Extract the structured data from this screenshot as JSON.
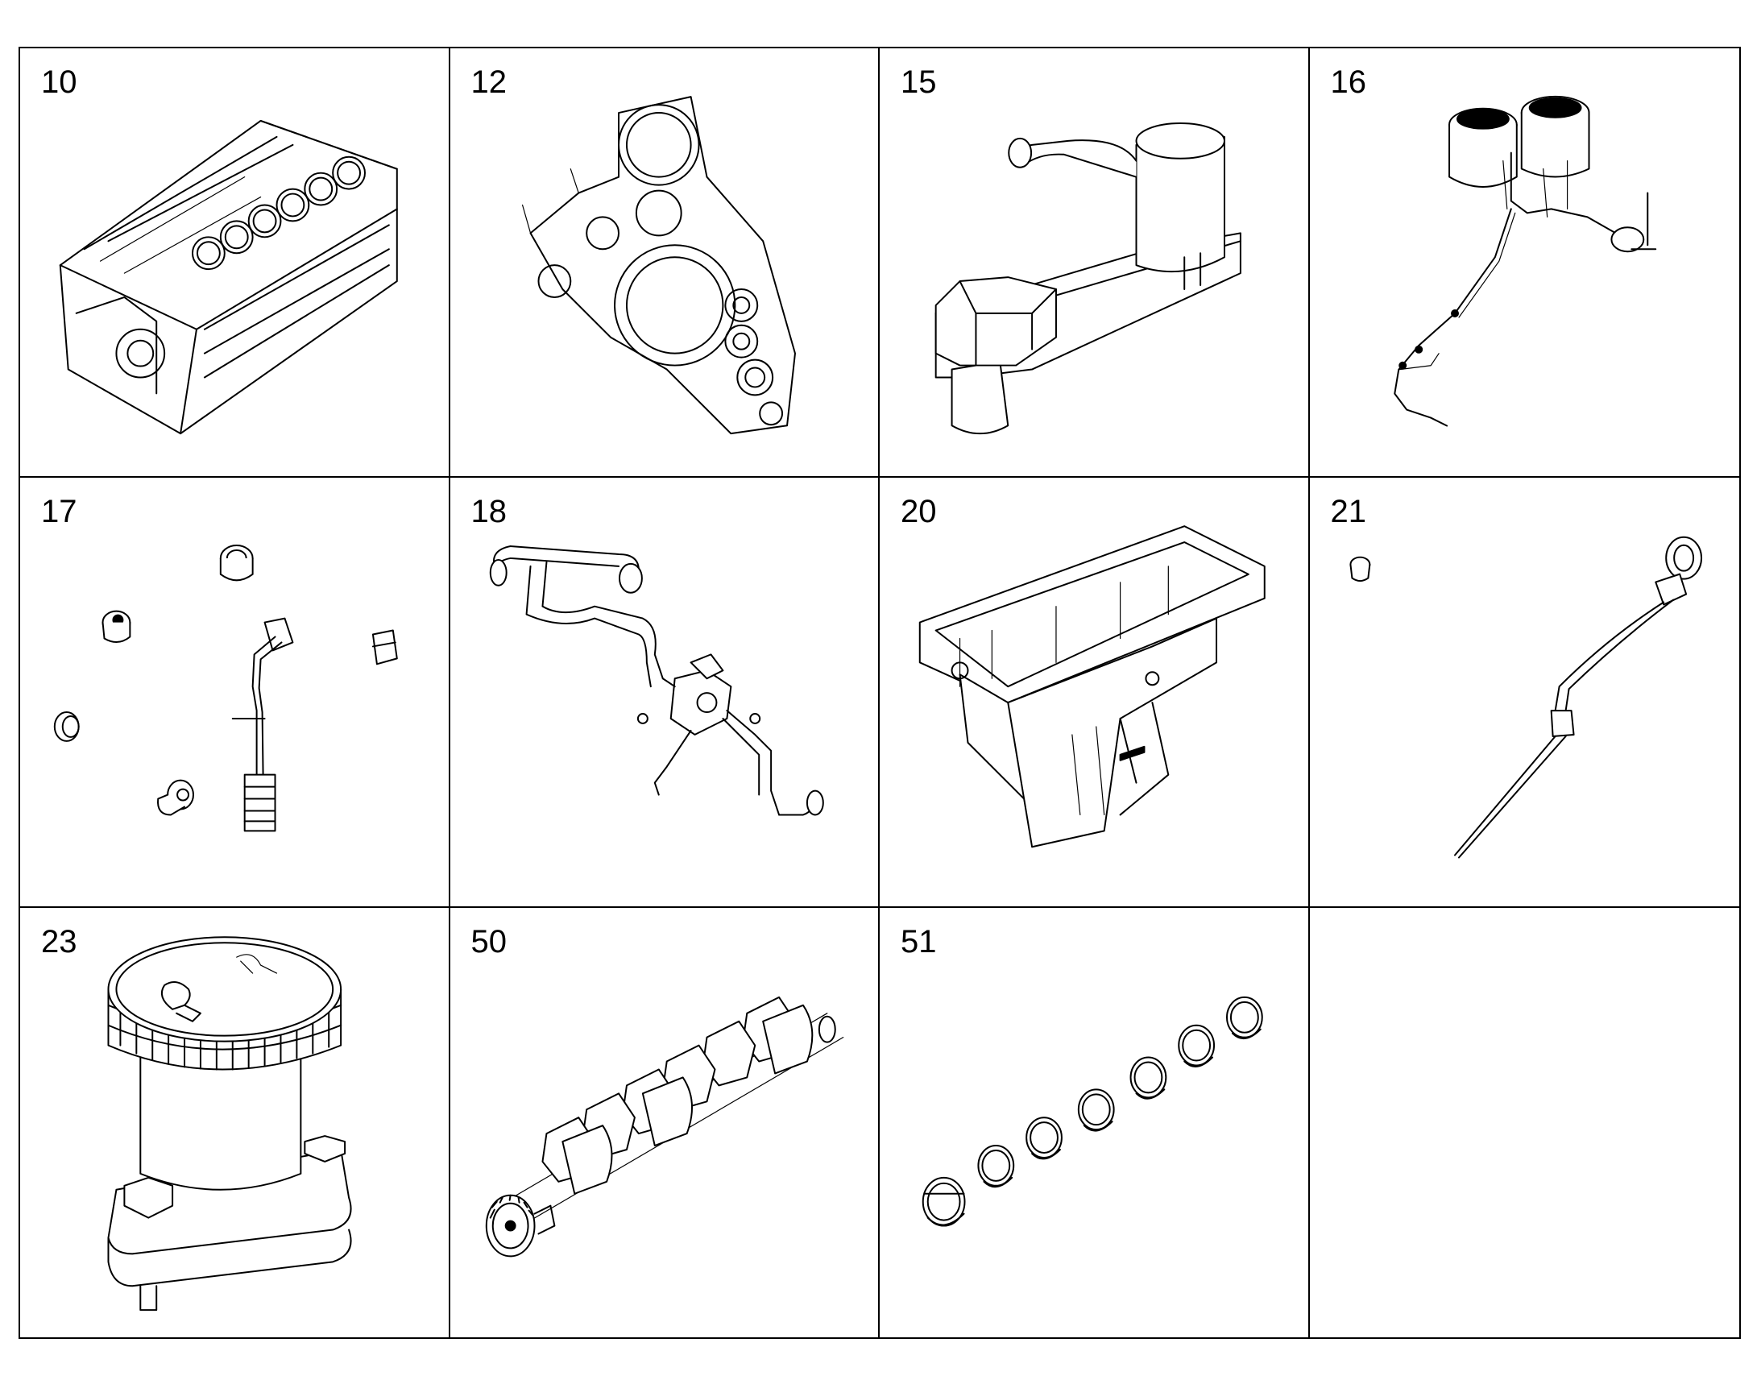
{
  "parts": [
    {
      "number": "10",
      "icon": "engine-block-icon"
    },
    {
      "number": "12",
      "icon": "timing-case-icon"
    },
    {
      "number": "15",
      "icon": "oil-filter-head-icon"
    },
    {
      "number": "16",
      "icon": "sensor-harness-icon"
    },
    {
      "number": "17",
      "icon": "plugs-and-fittings-icon"
    },
    {
      "number": "18",
      "icon": "oil-pipe-assembly-icon"
    },
    {
      "number": "20",
      "icon": "oil-pan-icon"
    },
    {
      "number": "21",
      "icon": "dipstick-icon"
    },
    {
      "number": "23",
      "icon": "oil-filler-cap-icon"
    },
    {
      "number": "50",
      "icon": "crankshaft-icon"
    },
    {
      "number": "51",
      "icon": "bearing-shells-icon"
    },
    {
      "number": "",
      "icon": ""
    }
  ]
}
